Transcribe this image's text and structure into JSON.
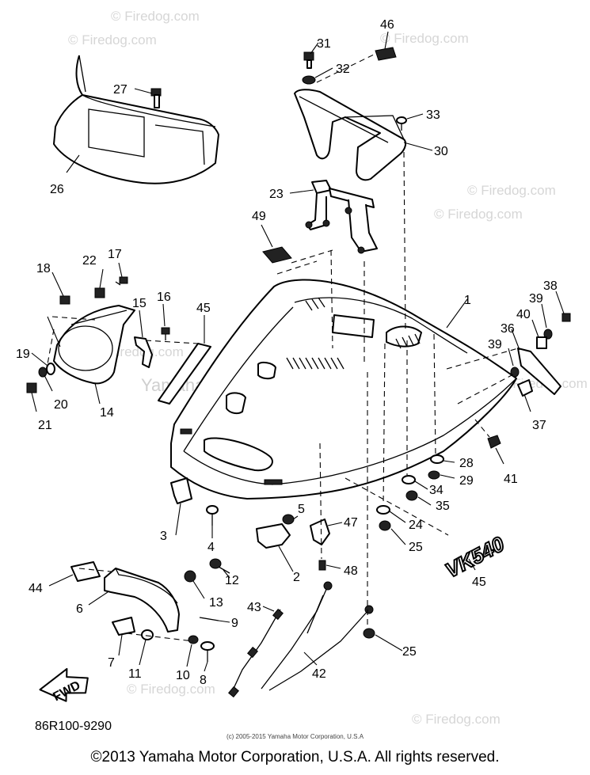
{
  "diagram": {
    "watermark": "© Firedog.com",
    "center_watermark": "Yamaha Motor Corp. U.S.A",
    "part_numbers": {
      "p1": "1",
      "p2": "2",
      "p3": "3",
      "p4": "4",
      "p5": "5",
      "p6": "6",
      "p7": "7",
      "p8": "8",
      "p9": "9",
      "p10": "10",
      "p11": "11",
      "p12": "12",
      "p13": "13",
      "p14": "14",
      "p15": "15",
      "p16": "16",
      "p17": "17",
      "p18": "18",
      "p19": "19",
      "p20": "20",
      "p21": "21",
      "p22": "22",
      "p23": "23",
      "p24": "24",
      "p25a": "25",
      "p25b": "25",
      "p26": "26",
      "p27": "27",
      "p28": "28",
      "p29": "29",
      "p30": "30",
      "p31": "31",
      "p32": "32",
      "p33": "33",
      "p34": "34",
      "p35": "35",
      "p36": "36",
      "p37": "37",
      "p38": "38",
      "p39a": "39",
      "p39b": "39",
      "p40": "40",
      "p41": "41",
      "p42": "42",
      "p43": "43",
      "p44": "44",
      "p45a": "45",
      "p45b": "45",
      "p46": "46",
      "p47": "47",
      "p48": "48",
      "p49": "49"
    },
    "fwd_label": "FWD",
    "model_decal": "VK540",
    "diagram_code": "86R100-9290"
  },
  "copyright_small": "(c) 2005-2015 Yamaha Motor Corporation, U.S.A",
  "footer": "©2013 Yamaha Motor Corporation, U.S.A. All rights reserved."
}
